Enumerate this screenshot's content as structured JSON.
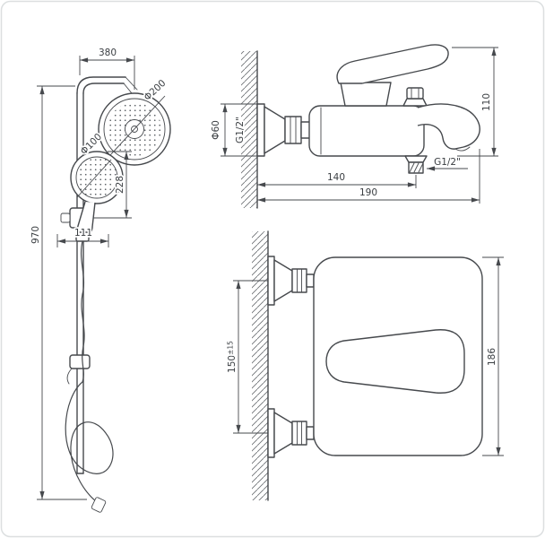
{
  "drawing": {
    "line_color": "#46494d",
    "background": "#ffffff"
  },
  "shower_column_view": {
    "dim_arm_width": "380",
    "dim_head_diameter": "Φ200",
    "dim_hand_diameter": "Φ100",
    "dim_head_drop": "228",
    "dim_column_height": "970",
    "dim_hand_offset": "111"
  },
  "mixer_side_view": {
    "dim_escutcheon_diameter": "Φ60",
    "dim_inlet_thread": "G1/2\"",
    "dim_height": "110",
    "dim_outlet_offset": "140",
    "dim_total_depth": "190",
    "dim_outlet_thread": "G1/2\""
  },
  "mixer_front_view": {
    "dim_inlet_spacing": "150",
    "dim_inlet_spacing_tolerance": "±15",
    "dim_width": "186"
  }
}
